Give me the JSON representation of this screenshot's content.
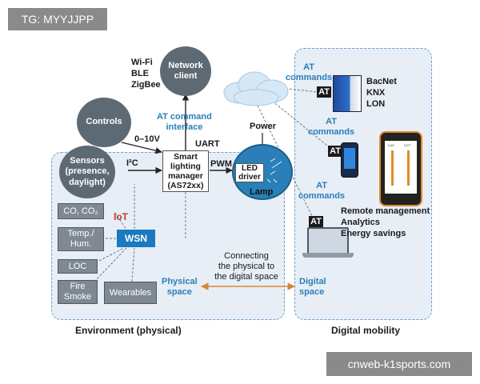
{
  "watermarks": {
    "top_left": "TG: MYYJJPP",
    "bottom_right": "cnweb-k1sports.com"
  },
  "physical": {
    "region_title": "Environment (physical)",
    "space_label": [
      "Physical",
      "space"
    ]
  },
  "digital": {
    "region_title": "Digital mobility",
    "space_label": [
      "Digital",
      "space"
    ]
  },
  "connecting_label": [
    "Connecting",
    "the physical to",
    "the digital space"
  ],
  "network_client": {
    "label": [
      "Network",
      "client"
    ],
    "protocols": [
      "Wi-Fi",
      "BLE",
      "ZigBee"
    ]
  },
  "controls": {
    "label": "Controls",
    "signal": "0–10V"
  },
  "sensors": {
    "label": [
      "Sensors",
      "(presence,",
      "daylight)"
    ],
    "bus": "I²C"
  },
  "manager": {
    "label": [
      "Smart",
      "lighting",
      "manager",
      "(AS72xx)"
    ]
  },
  "at_interface": [
    "AT command",
    "interface"
  ],
  "uart": "UART",
  "pwm": "PWM",
  "lamp": {
    "power": "Power",
    "driver": [
      "LED",
      "driver"
    ],
    "lamp": "Lamp"
  },
  "iot": {
    "label": "IoT",
    "hub": "WSN"
  },
  "devices": [
    "CO, CO₂",
    "Temp./ Hum.",
    "LOC",
    "Fire Smoke",
    "Wearables"
  ],
  "at_commands": {
    "line1": "AT",
    "line2": "commands",
    "tag": "AT"
  },
  "building_protocols": [
    "BacNet",
    "KNX",
    "LON"
  ],
  "features": [
    "Remote management",
    "Analytics",
    "Energy savings"
  ],
  "phone_screen": {
    "left": "LUX",
    "right": "CCT"
  },
  "colors": {
    "accent_blue": "#2a7fb8",
    "node_gray": "#5e6a73",
    "arrow_orange": "#d8853a",
    "iot_red": "#c0392b",
    "wsn_blue": "#1a79c0"
  }
}
